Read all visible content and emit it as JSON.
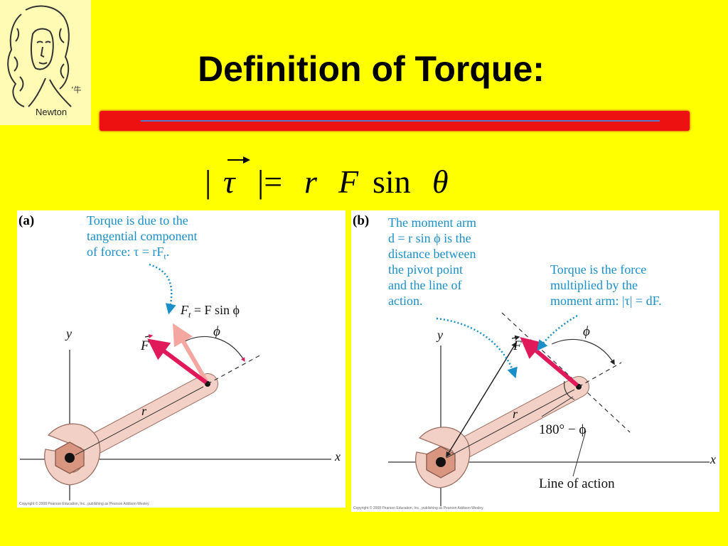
{
  "slide": {
    "title": "Definition of Torque:",
    "logo_text": "Newton",
    "colors": {
      "background": "#ffff00",
      "divider": "#ee1111",
      "annotation": "#1a8fc8",
      "force_arrow": "#e0195a",
      "tangential_arrow": "#f4a6a0",
      "wrench": "#f2d0c6"
    }
  },
  "formula": {
    "bar_left": "|",
    "tau": "τ",
    "bar_eq": "|=",
    "r": "r",
    "F": "F",
    "sin": "sin",
    "theta": "θ"
  },
  "panel_a": {
    "label": "(a)",
    "note_lines": [
      "Torque is due to the",
      "tangential component",
      "of force: τ = rF",
      "."
    ],
    "note_subscript": "t",
    "ft": "F",
    "ft_sub": "t",
    "ft_eq": " = F sin ϕ",
    "phi": "ϕ",
    "F": "F",
    "r": "r",
    "x": "x",
    "y": "y",
    "copyright": "Copyright © 2008 Pearson Education, Inc., publishing as Pearson Addison-Wesley."
  },
  "panel_b": {
    "label": "(b)",
    "note_left": [
      "The moment arm",
      "d = r sin ϕ is the",
      "distance between",
      "the pivot point",
      "and the line of",
      "action."
    ],
    "note_right": [
      "Torque is the force",
      "multiplied by the",
      "moment arm: |τ| = dF."
    ],
    "phi": "ϕ",
    "F": "F",
    "r": "r",
    "x": "x",
    "y": "y",
    "angle_label": "180° − ϕ",
    "line_of_action": "Line of action",
    "copyright": "Copyright © 2008 Pearson Education, Inc., publishing as Pearson Addison-Wesley."
  }
}
